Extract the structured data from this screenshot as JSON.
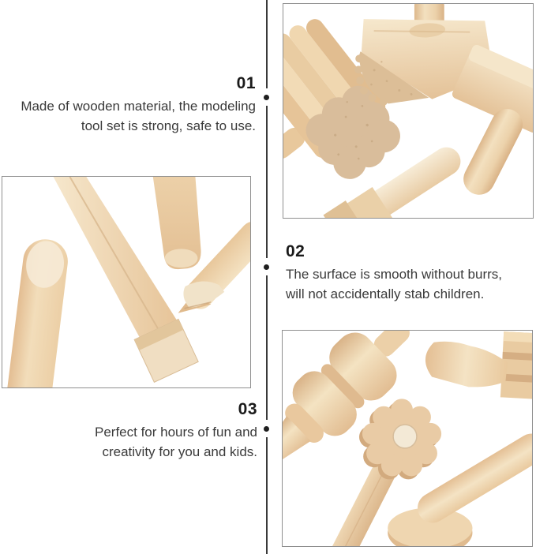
{
  "page": {
    "background": "#ffffff"
  },
  "divider": {
    "line_color": "#3a3a3a",
    "dot_color": "#1f1f1f",
    "dot_count": 3
  },
  "features": [
    {
      "number": "01",
      "line1": "Made of wooden material, the modeling",
      "line2": "tool set is strong, safe to use."
    },
    {
      "number": "02",
      "line1": "The surface is smooth without burrs,",
      "line2": "will not accidentally stab children."
    },
    {
      "number": "03",
      "line1": "Perfect for hours of fun and",
      "line2": "creativity for you and kids."
    }
  ],
  "photos": [
    {
      "name": "wooden-stamps-and-mallets-photo"
    },
    {
      "name": "wooden-modeling-sticks-photo"
    },
    {
      "name": "wooden-rollers-and-pattern-wheel-photo"
    }
  ],
  "colors": {
    "text": "#3a3a3a",
    "number": "#1a1a1a",
    "photo_border": "#8f8f8f",
    "wood_light": "#f4e3c4",
    "wood_mid": "#e9c9a0",
    "wood_dark": "#d9b286",
    "wood_face": "#d9bd9b"
  }
}
